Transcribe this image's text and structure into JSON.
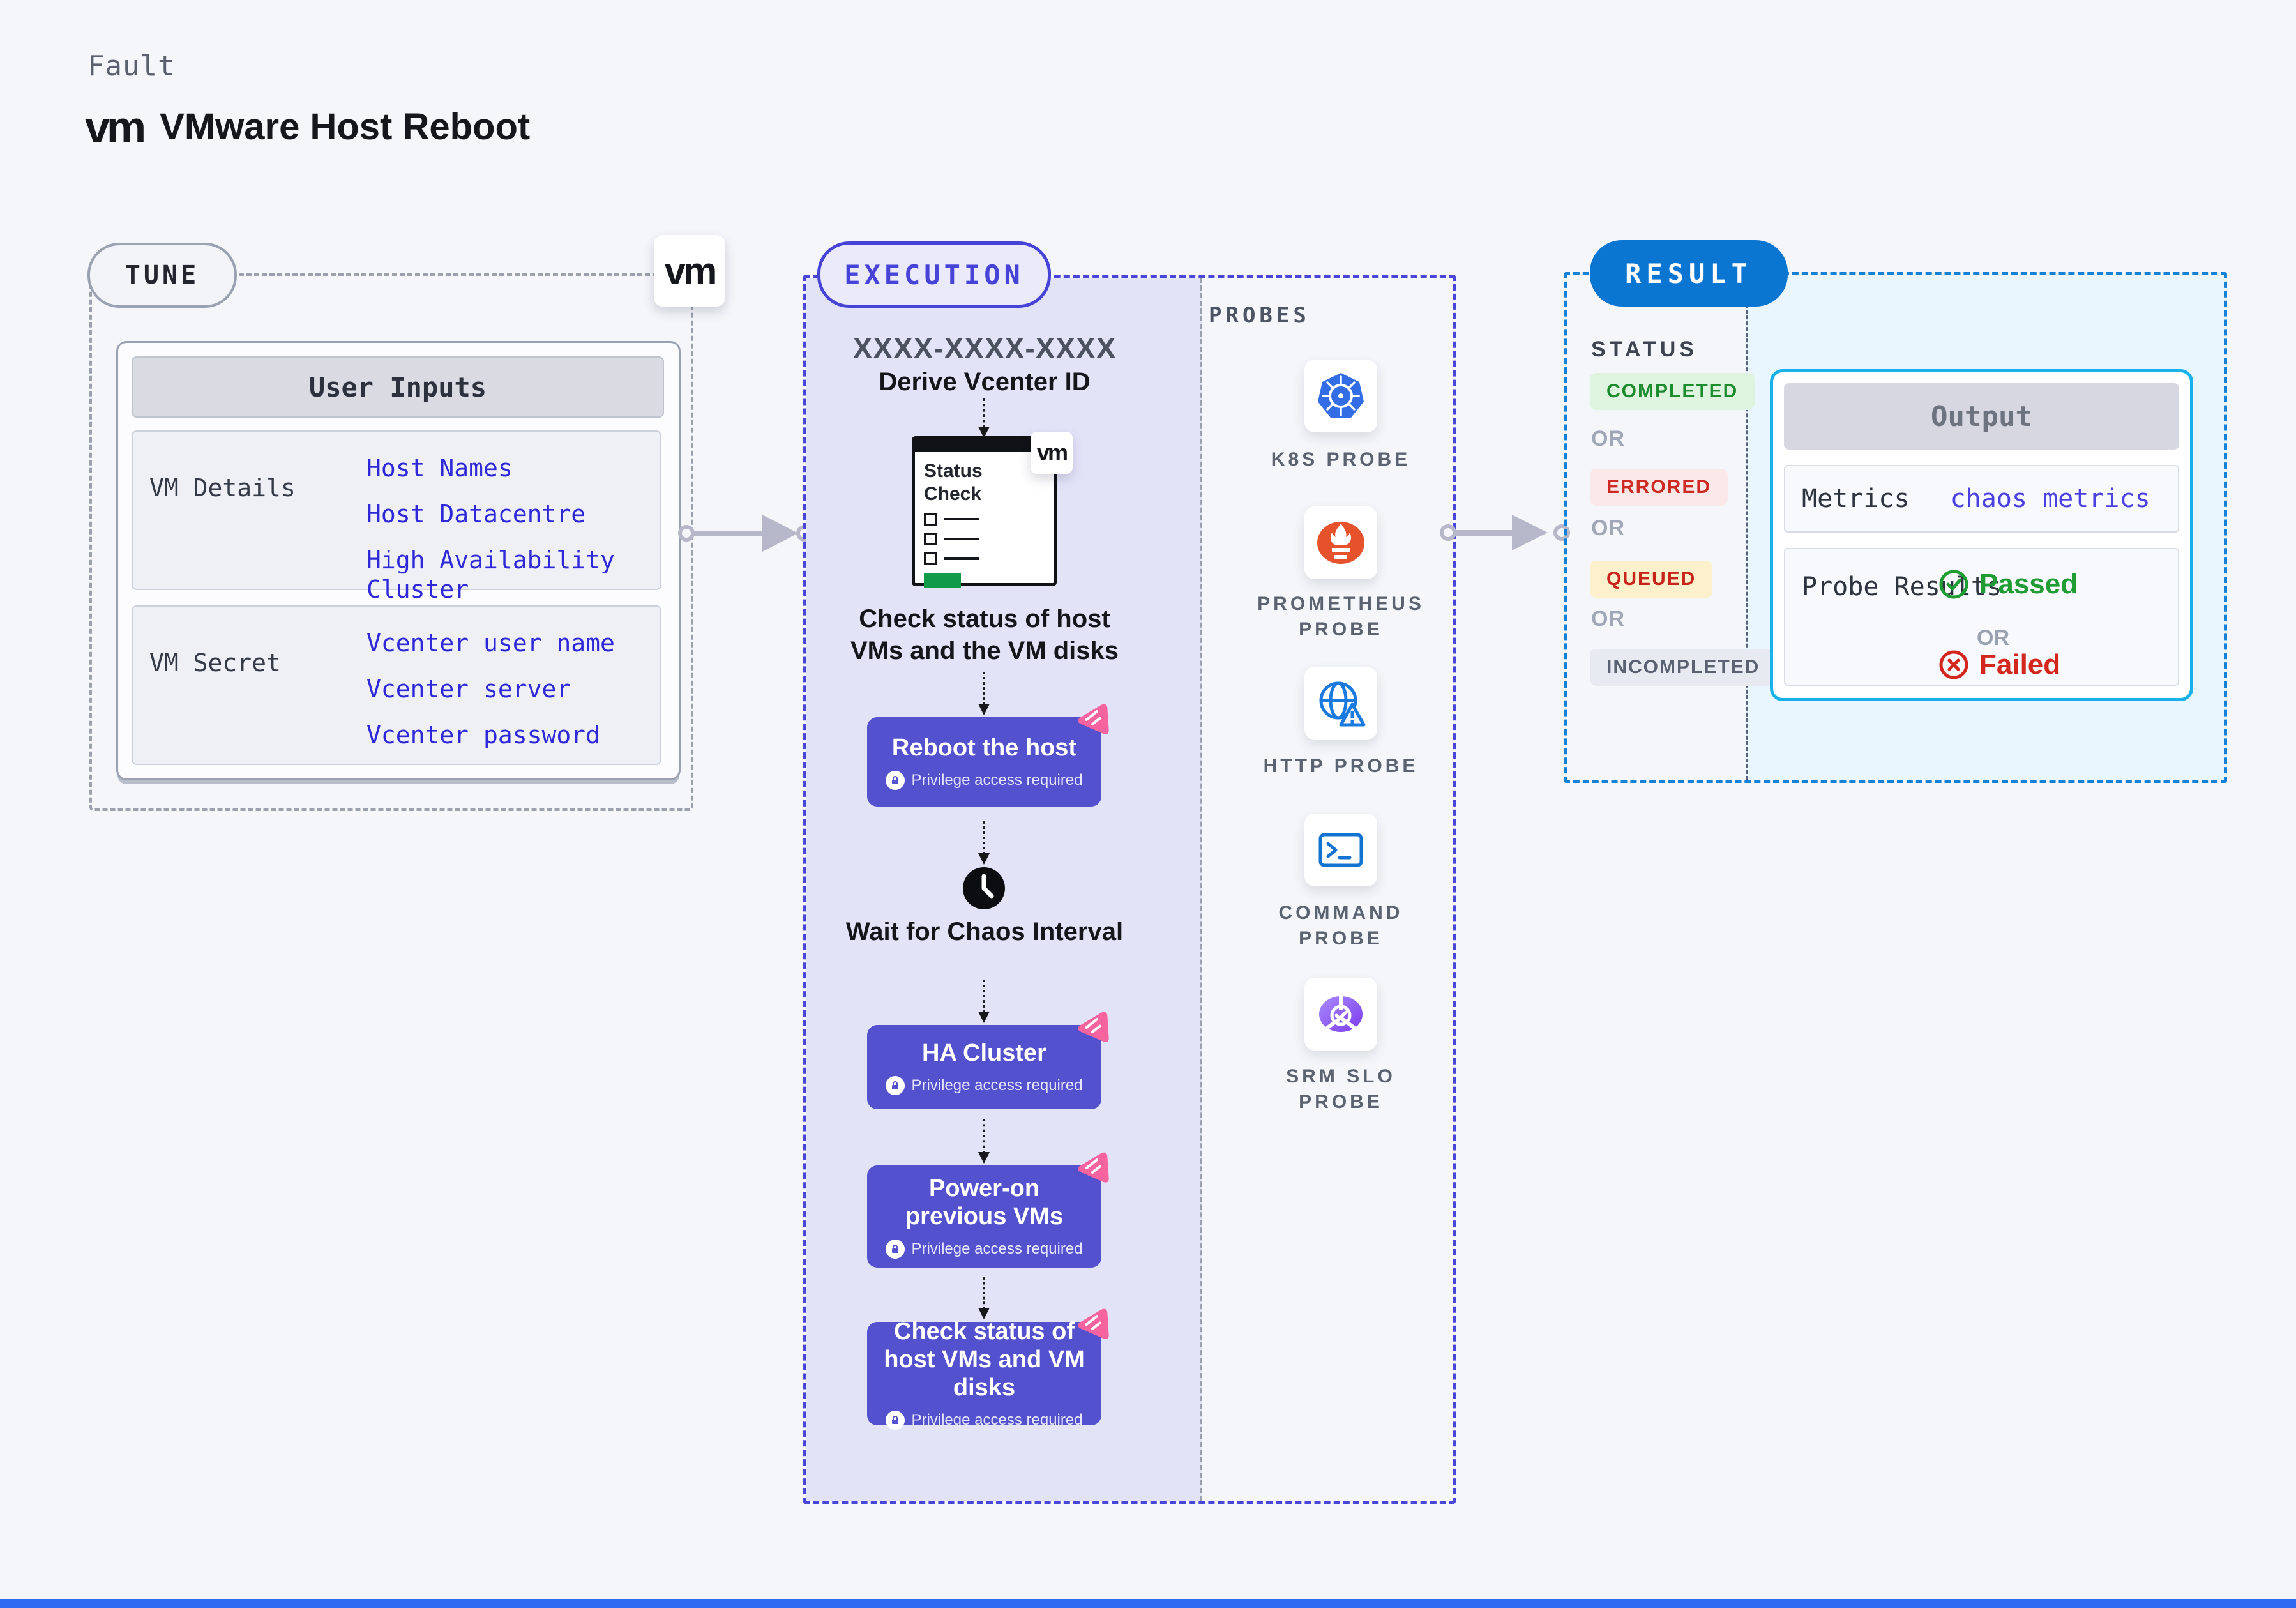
{
  "page": {
    "category_label": "Fault",
    "title": "VMware Host Reboot",
    "vm_logo": "vm"
  },
  "tune": {
    "badge": "TUNE",
    "vm_logo": "vm",
    "user_inputs": {
      "header": "User Inputs",
      "rows": [
        {
          "label": "VM Details",
          "values": [
            "Host Names",
            "Host Datacentre",
            "High Availability Cluster"
          ]
        },
        {
          "label": "VM Secret",
          "values": [
            "Vcenter user name",
            "Vcenter server",
            "Vcenter password"
          ]
        }
      ]
    }
  },
  "execution": {
    "badge": "EXECUTION",
    "vcenter_id_placeholder": "XXXX-XXXX-XXXX",
    "derive_label": "Derive Vcenter ID",
    "status_window": {
      "title": "Status Check",
      "vm_logo": "vm"
    },
    "check_status_caption": "Check status of host VMs and the VM disks",
    "wait_caption": "Wait for Chaos Interval",
    "steps": [
      {
        "title": "Reboot the host",
        "note": "Privilege access required"
      },
      {
        "title": "HA Cluster",
        "note": "Privilege access required"
      },
      {
        "title": "Power-on previous VMs",
        "note": "Privilege access required"
      },
      {
        "title": "Check status of host VMs and VM disks",
        "note": "Privilege access required"
      }
    ]
  },
  "probes": {
    "heading": "PROBES",
    "items": [
      {
        "label": "K8S PROBE",
        "icon": "kubernetes-icon"
      },
      {
        "label": "PROMETHEUS PROBE",
        "icon": "prometheus-icon"
      },
      {
        "label": "HTTP PROBE",
        "icon": "http-globe-warning-icon"
      },
      {
        "label": "COMMAND PROBE",
        "icon": "terminal-icon"
      },
      {
        "label": "SRM SLO PROBE",
        "icon": "slo-donut-check-icon"
      }
    ]
  },
  "result": {
    "badge": "RESULT",
    "status": {
      "heading": "STATUS",
      "or": "OR",
      "badges": [
        {
          "label": "COMPLETED",
          "style": "background:#def4df;color:#1d8c2f;"
        },
        {
          "label": "ERRORED",
          "style": "background:#fbe9e9;color:#cc2a22;"
        },
        {
          "label": "QUEUED",
          "style": "background:#fcf0cd;color:#c7251c;"
        },
        {
          "label": "INCOMPLETED",
          "style": "background:#e8eaf2;color:#5a6170;"
        }
      ]
    },
    "output": {
      "header": "Output",
      "metrics_label": "Metrics",
      "metrics_value": "chaos metrics",
      "probe_results_label": "Probe Results",
      "passed": "Passed",
      "or": "OR",
      "failed": "Failed"
    }
  },
  "colors": {
    "accent_indigo": "#5351ce",
    "execution_border": "#4945d8",
    "result_blue": "#0b76d1",
    "output_border": "#18b1ea",
    "chaos_pink": "#f7639e",
    "success_green": "#0f9b47",
    "error_red": "#d3271d"
  }
}
